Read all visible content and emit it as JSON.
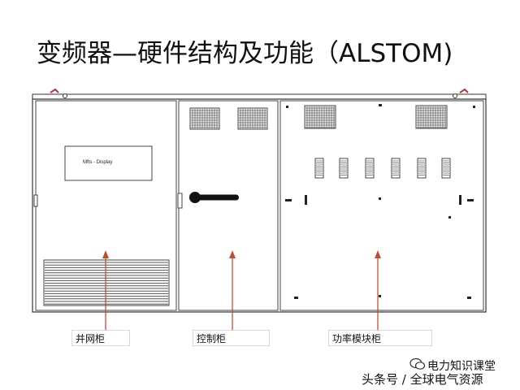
{
  "title": "变频器—硬件结构及功能（ALSTOM)",
  "display_label": "Mfts - Display",
  "cabinets": [
    {
      "label": "并网柜"
    },
    {
      "label": "控制柜"
    },
    {
      "label": "功率模块柜"
    }
  ],
  "watermark": {
    "line1": "电力知识课堂",
    "line2": "头条号 / 全球电气资源"
  },
  "colors": {
    "arrow": "#c0502a",
    "outline": "#333333",
    "vent": "#555555"
  }
}
